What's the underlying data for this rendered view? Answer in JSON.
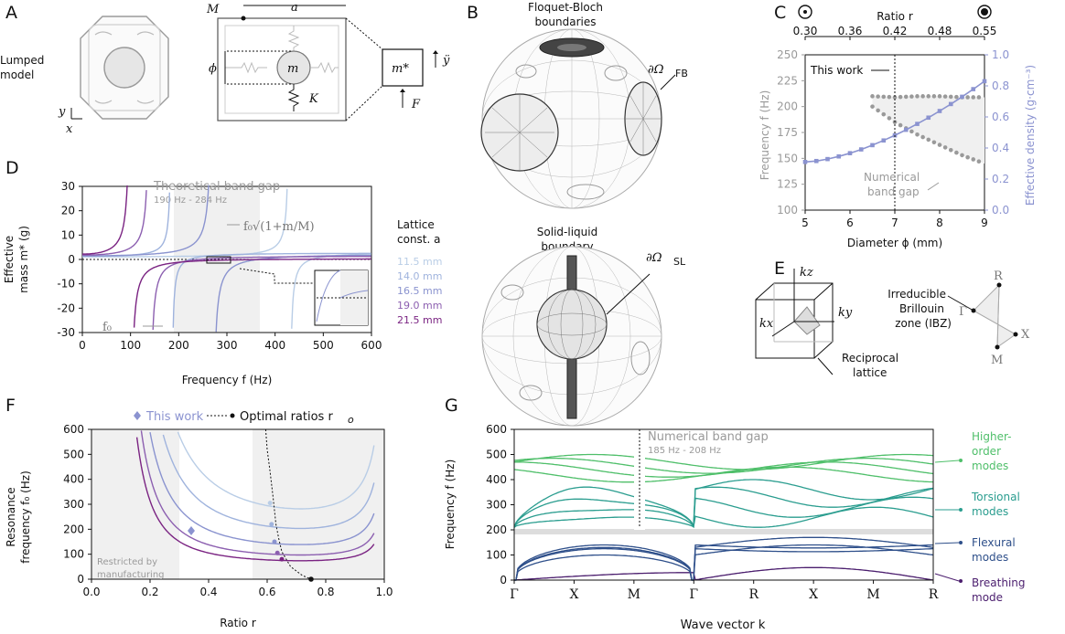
{
  "panels": {
    "a": "A",
    "b": "B",
    "c": "C",
    "d": "D",
    "e": "E",
    "f": "F",
    "g": "G"
  },
  "A": {
    "lumped_line1": "Lumped",
    "lumped_line2": "model",
    "axis_y": "y",
    "axis_x": "x",
    "label_M": "M",
    "label_a": "a",
    "label_phi": "ϕ",
    "label_m": "m",
    "label_K": "K",
    "label_mstar": "m*",
    "label_ydd": "ÿ",
    "label_F": "F"
  },
  "B": {
    "fb_title1": "Floquet-Bloch",
    "fb_title2": "boundaries",
    "fb_symbol": "∂Ω",
    "fb_sub": "FB",
    "sl_title1": "Solid-liquid",
    "sl_title2": "boundary",
    "sl_symbol": "∂Ω",
    "sl_sub": "SL"
  },
  "C": {
    "top_title": "Ratio r",
    "this_work": "This work",
    "band_gap1": "Numerical",
    "band_gap2": "band gap",
    "xlabel": "Diameter ϕ (mm)",
    "ylabel_left": "Frequency f (Hz)",
    "ylabel_right": "Effective density (g·cm⁻³)",
    "xticks": [
      "5",
      "6",
      "7",
      "8",
      "9"
    ],
    "yticks_left": [
      "100",
      "150",
      "200",
      "250"
    ],
    "yticks_left_all": [
      "100",
      "125",
      "150",
      "175",
      "200",
      "225",
      "250"
    ],
    "yticks_right": [
      "0.0",
      "0.2",
      "0.4",
      "0.6",
      "0.8",
      "1.0"
    ],
    "top_ticks": [
      "0.30",
      "0.36",
      "0.42",
      "0.48",
      "0.55"
    ],
    "colors": {
      "density": "#8b93d0",
      "gap": "#9a9a9a"
    }
  },
  "D": {
    "theo_title": "Theoretical band gap",
    "theo_range": "190 Hz - 284 Hz",
    "formula": "f₀√(1+m/M)",
    "f0": "f₀",
    "legend_title1": "Lattice",
    "legend_title2": "const. a",
    "legend": [
      {
        "label": "11.5 mm",
        "color": "#b9cde6"
      },
      {
        "label": "14.0 mm",
        "color": "#9fb3dd"
      },
      {
        "label": "16.5 mm",
        "color": "#8a93cf"
      },
      {
        "label": "19.0 mm",
        "color": "#8c5fb0"
      },
      {
        "label": "21.5 mm",
        "color": "#7a2382"
      }
    ],
    "xlabel": "Frequency f (Hz)",
    "ylabel1": "Effective",
    "ylabel2": "mass m* (g)",
    "xticks": [
      "0",
      "100",
      "200",
      "300",
      "400",
      "500",
      "600"
    ],
    "yticks": [
      "30",
      "20",
      "10",
      "0",
      "-10",
      "-20",
      "-30"
    ]
  },
  "E": {
    "kz": "kz",
    "kx": "kx",
    "ky": "ky",
    "recip1": "Reciprocal",
    "recip2": "lattice",
    "ibz1": "Irreducible",
    "ibz2": "Brillouin",
    "ibz3": "zone (IBZ)",
    "R": "R",
    "Gamma": "Γ",
    "X": "X",
    "M": "M"
  },
  "F": {
    "legend_this": "This work",
    "legend_opt": "Optimal ratios r",
    "legend_opt_sub": "o",
    "restricted1": "Restricted by",
    "restricted2": "manufacturing",
    "xlabel": "Ratio r",
    "ylabel1": "Resonance",
    "ylabel2": "frequency f₀ (Hz)",
    "xticks": [
      "0.0",
      "0.2",
      "0.4",
      "0.6",
      "0.8",
      "1.0"
    ],
    "yticks": [
      "0",
      "100",
      "200",
      "300",
      "400",
      "500",
      "600"
    ]
  },
  "G": {
    "gap_title": "Numerical band gap",
    "gap_range": "185 Hz - 208 Hz",
    "xlabel": "Wave vector k",
    "ylabel": "Frequency f (Hz)",
    "xticks": [
      "Γ",
      "X",
      "M",
      "Γ",
      "R",
      "X",
      "M",
      "R"
    ],
    "yticks": [
      "0",
      "100",
      "200",
      "300",
      "400",
      "500",
      "600"
    ],
    "modes": [
      {
        "line1": "Higher-",
        "line2": "order",
        "line3": "modes",
        "color": "#4fbf6a"
      },
      {
        "line1": "Torsional",
        "line2": "modes",
        "line3": "",
        "color": "#2a9d8f"
      },
      {
        "line1": "Flexural",
        "line2": "modes",
        "line3": "",
        "color": "#2e4f8a"
      },
      {
        "line1": "Breathing",
        "line2": "mode",
        "line3": "",
        "color": "#4b1e6e"
      }
    ]
  }
}
